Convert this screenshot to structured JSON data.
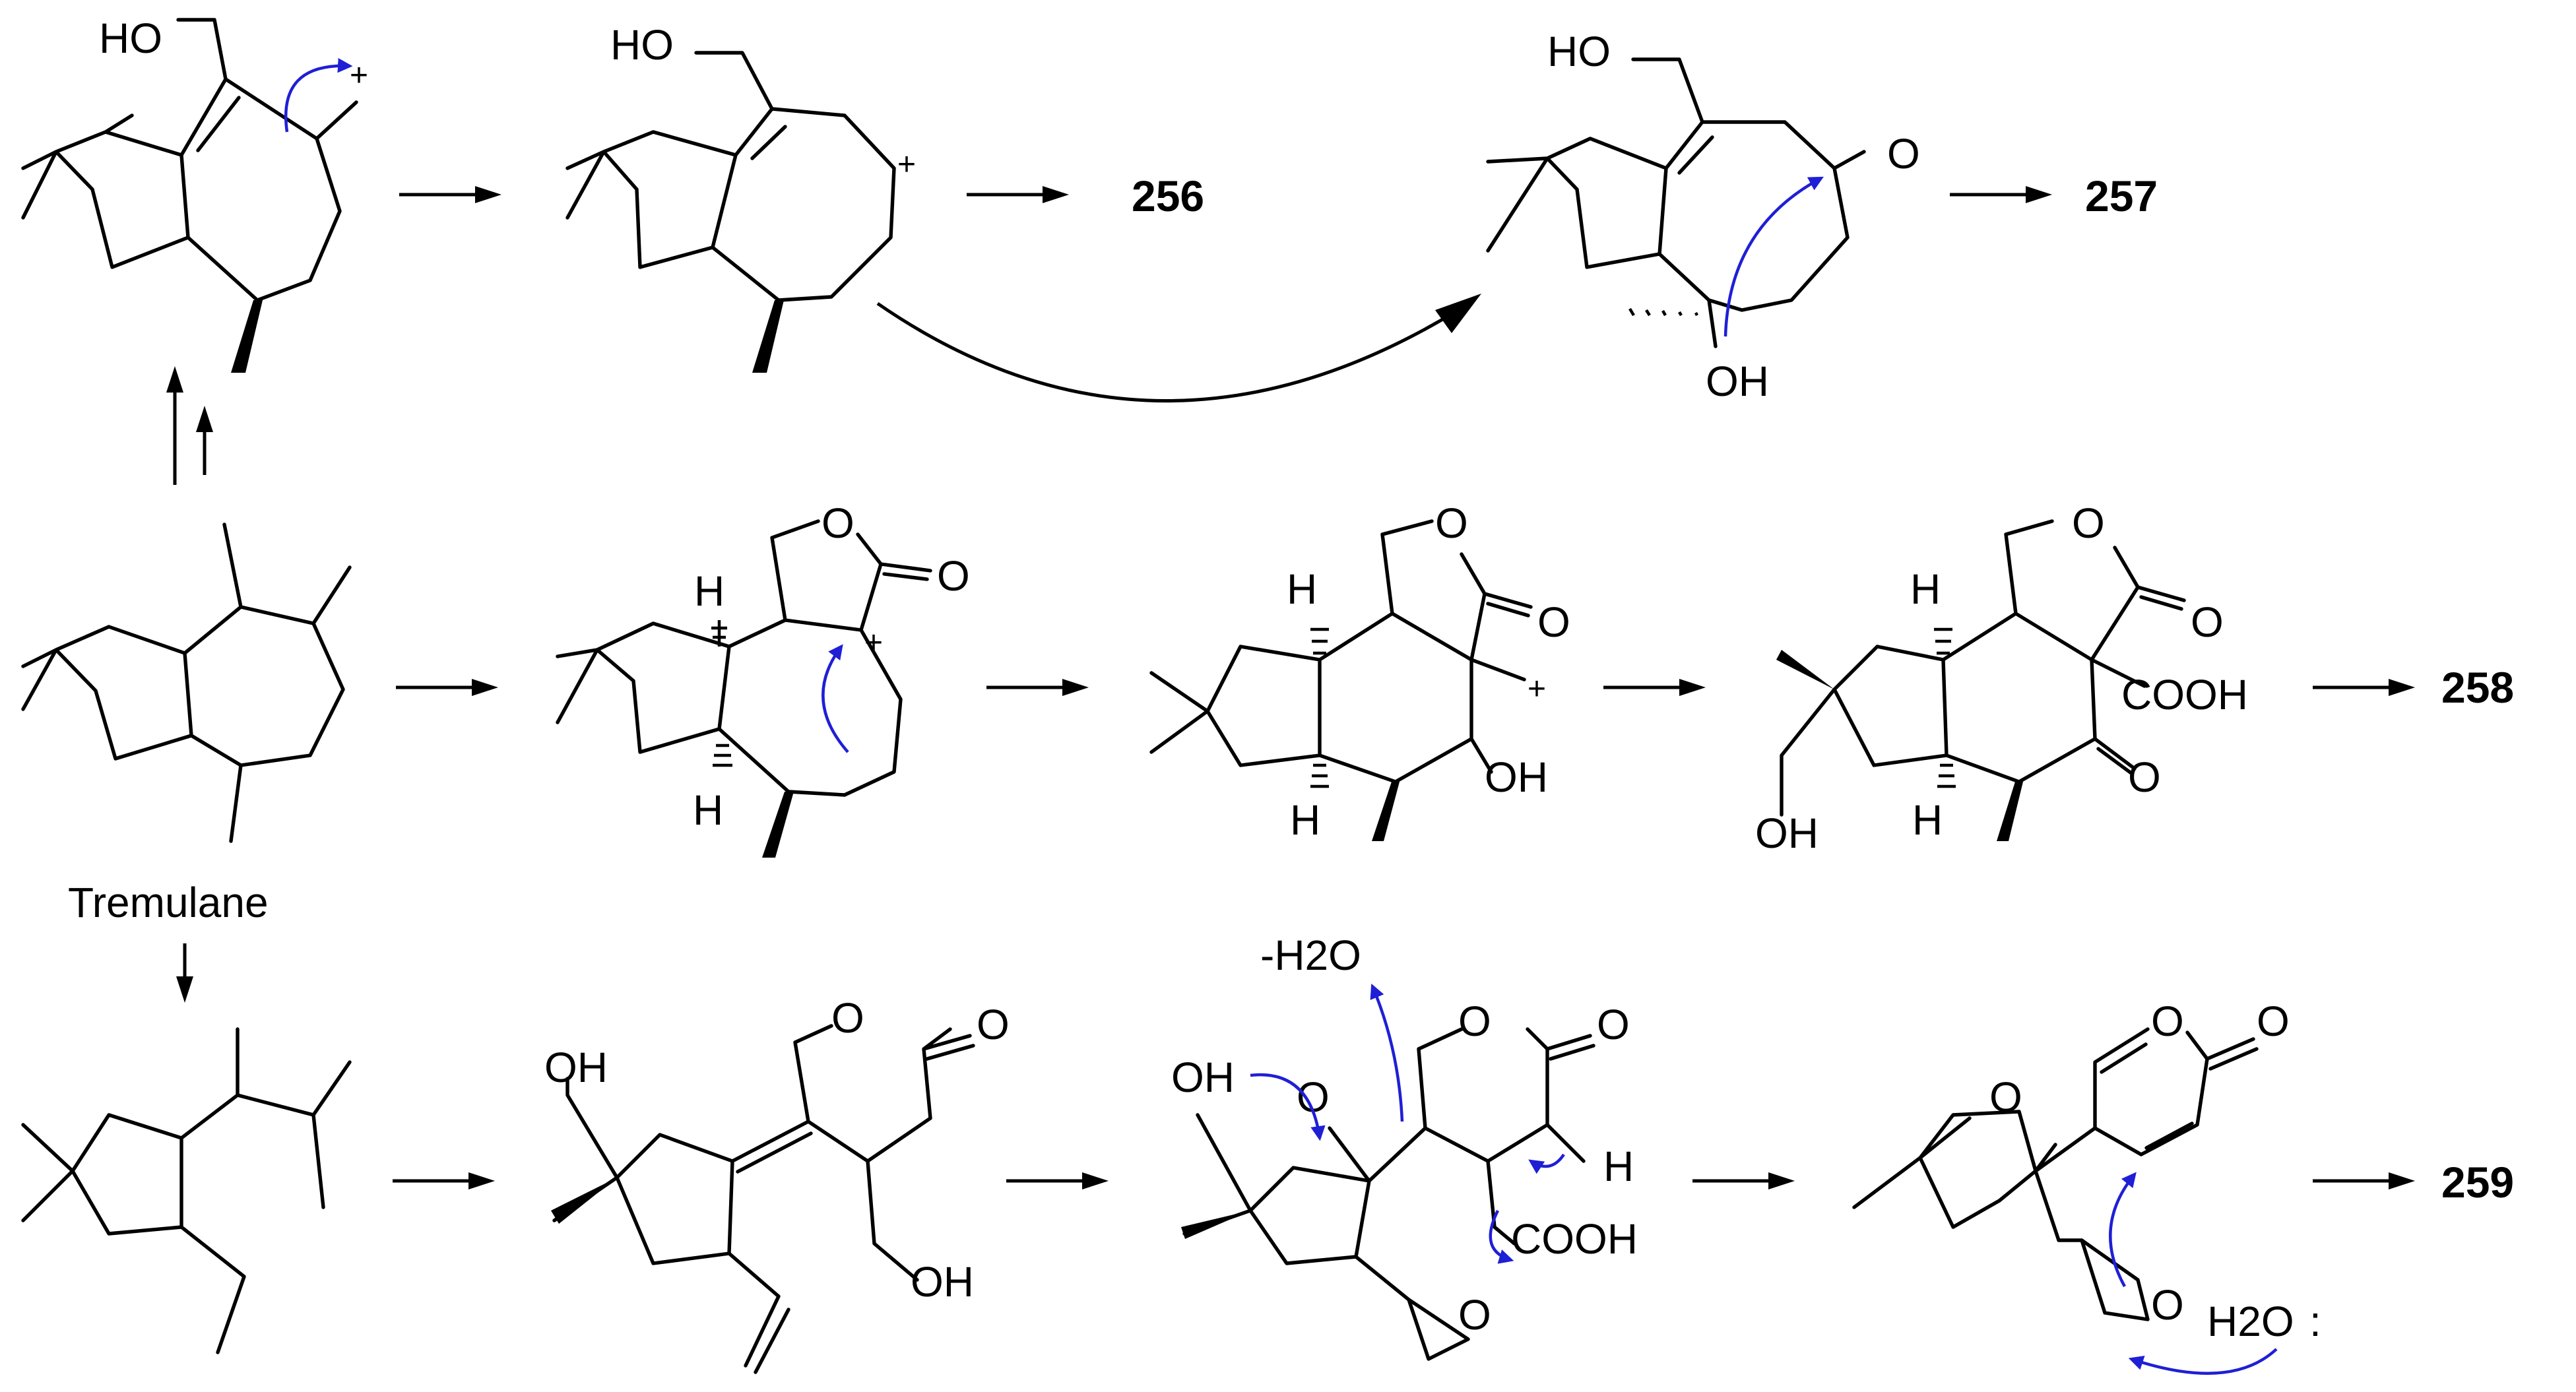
{
  "labels": {
    "hydroxymethyl": "HO",
    "hydroxyl": "OH",
    "oxygen": "O",
    "hydrogen": "H",
    "carboxyl": "COOH",
    "carbocation": "+",
    "water_loss": "-H2O",
    "water": "H2O",
    "lone_pair": ":"
  },
  "compounds": {
    "c256": "256",
    "c257": "257",
    "c258": "258",
    "c259": "259"
  },
  "captions": {
    "tremulane": "Tremulane"
  },
  "colors": {
    "bond": "#000000",
    "electron_arrow": "#1f1fd6"
  }
}
